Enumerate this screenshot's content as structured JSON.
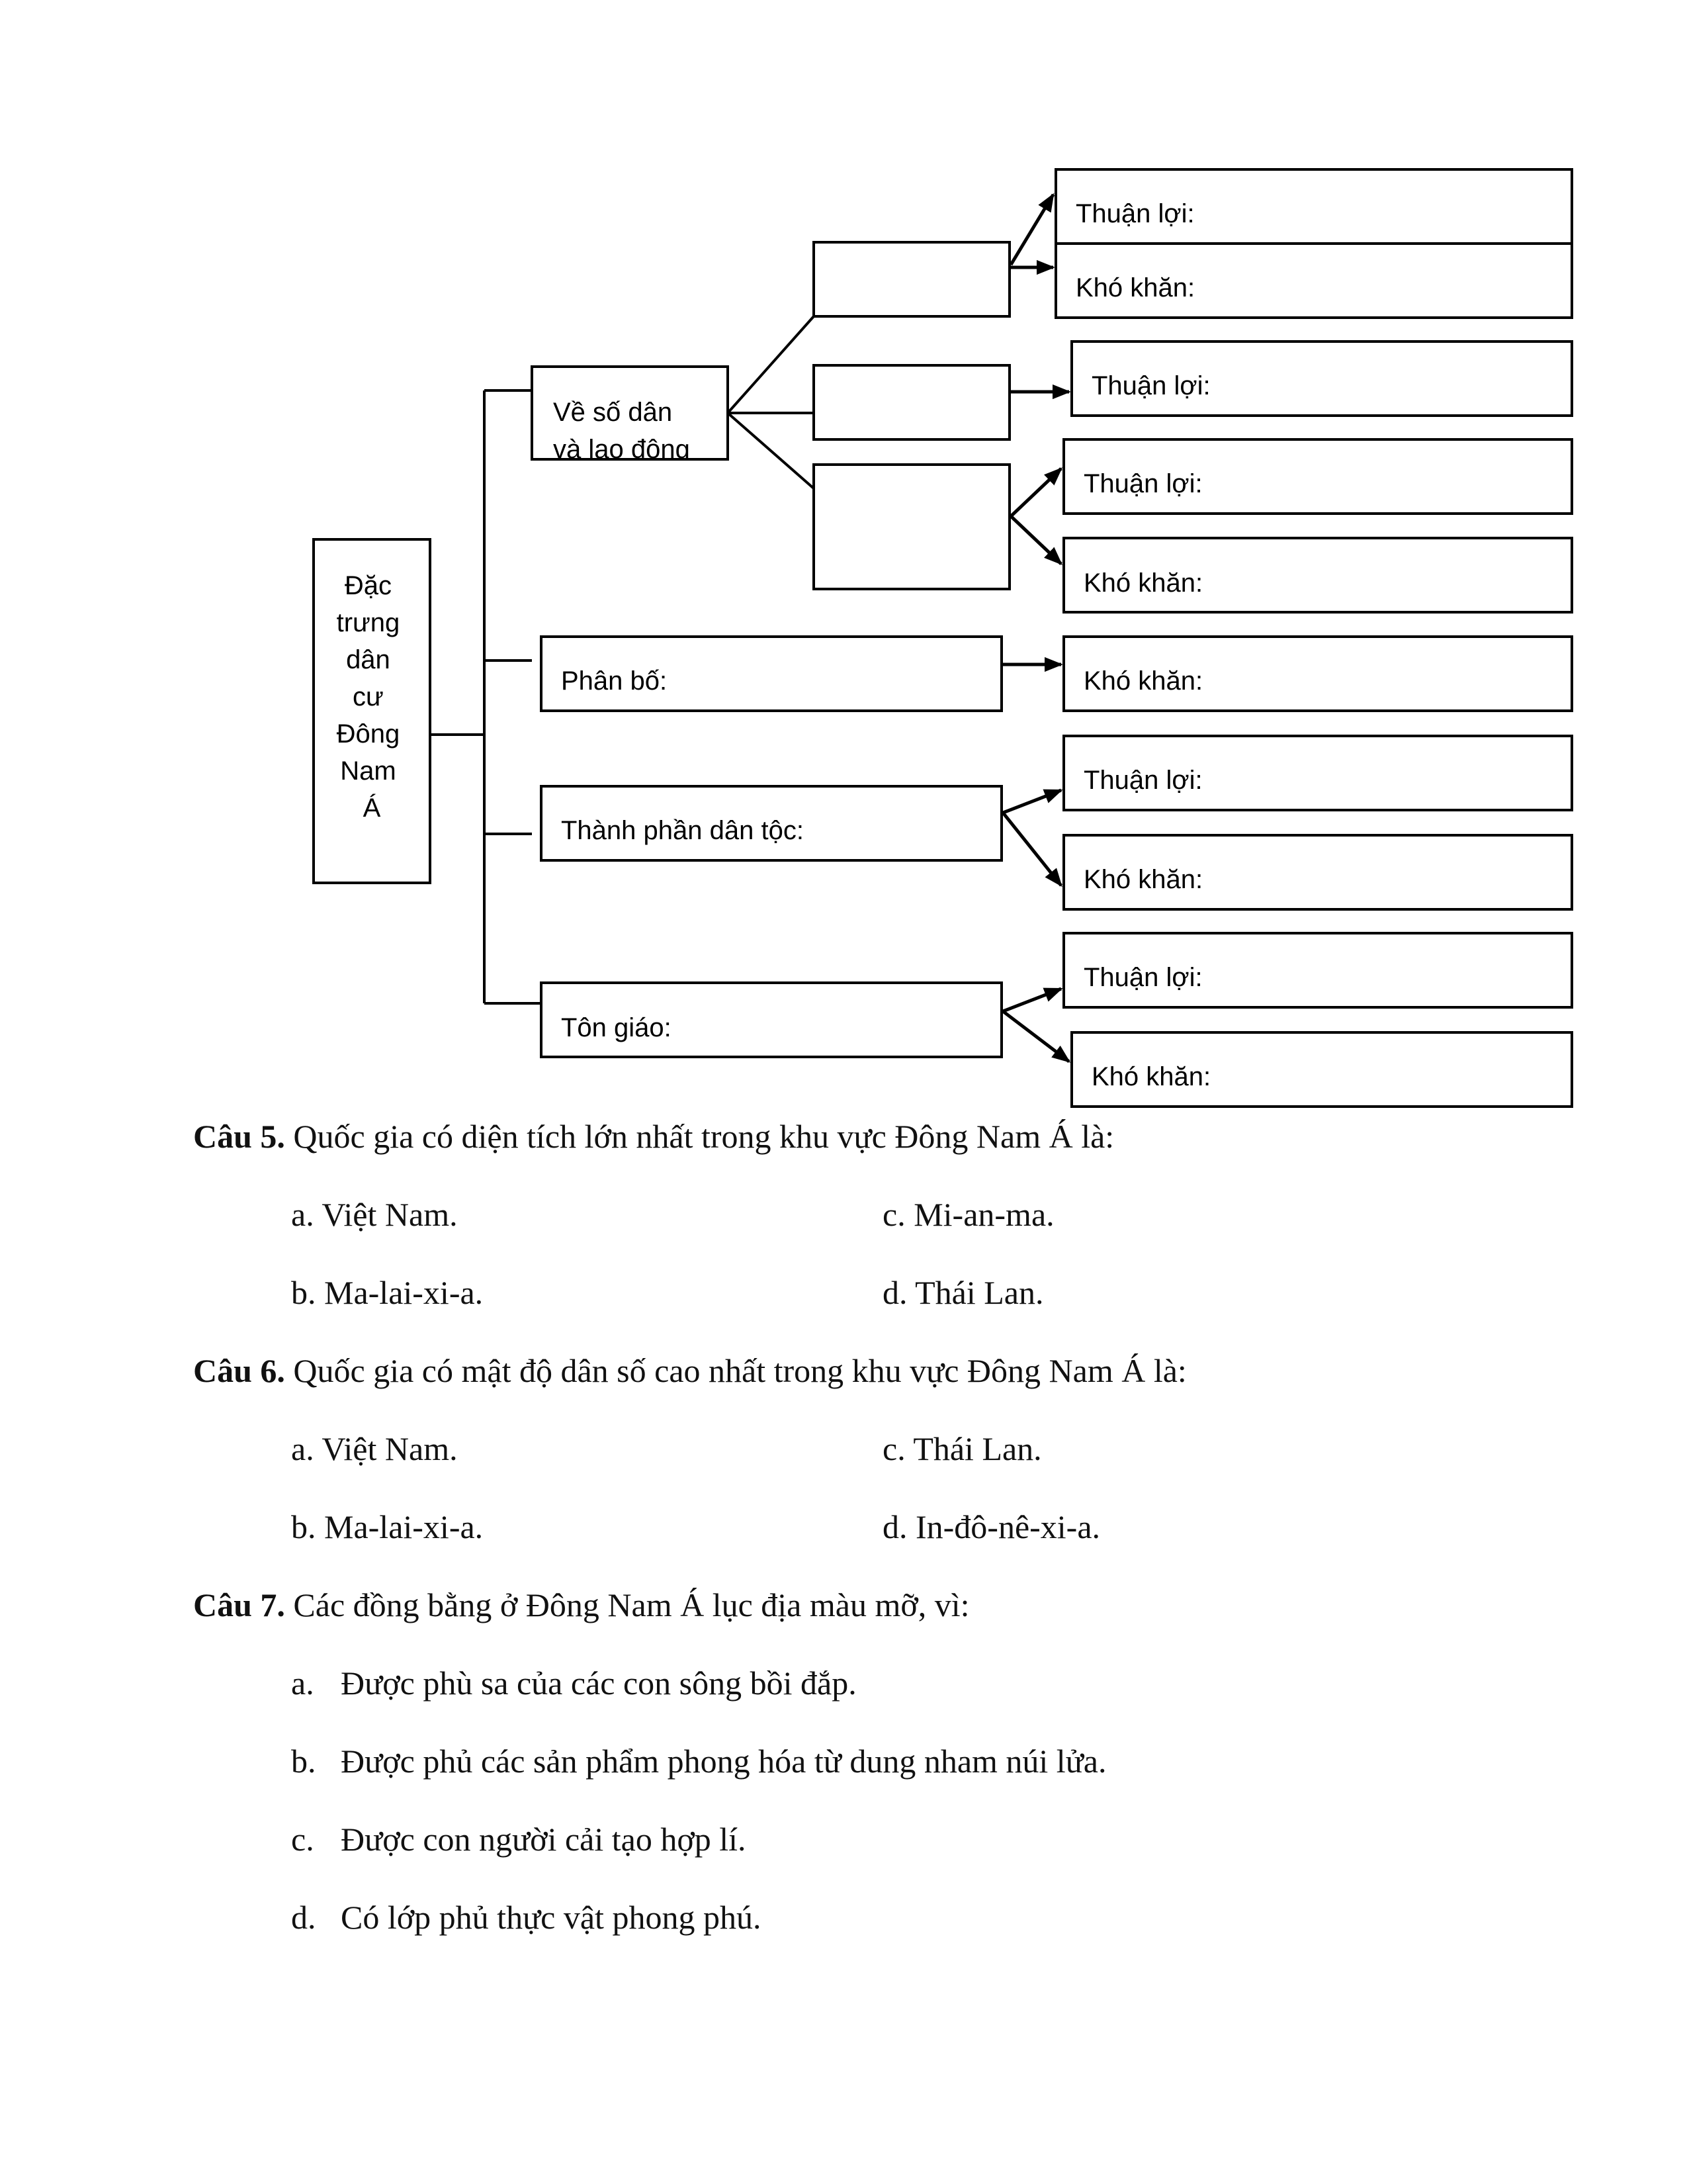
{
  "diagram": {
    "root": "Đặc trưng dân cư Đông Nam Á",
    "root_lines": [
      "Đặc",
      "trưng",
      "dân",
      "cư",
      "Đông",
      "Nam",
      "Á"
    ],
    "branch_population": "Về số dân và lao động",
    "branch_population_lines": [
      "Về số dân",
      "và lao động"
    ],
    "branch_distribution": "Phân bố:",
    "branch_ethnic": "Thành phần dân tộc:",
    "branch_religion": "Tôn giáo:",
    "advantage_label": "Thuận lợi:",
    "difficulty_label": "Khó khăn:"
  },
  "questions": [
    {
      "number": "Câu 5.",
      "text": "Quốc gia có diện tích lớn nhất trong khu vực Đông Nam Á là:",
      "options": [
        {
          "letter": "a.",
          "text": "Việt Nam."
        },
        {
          "letter": "c.",
          "text": "Mi-an-ma."
        },
        {
          "letter": "b.",
          "text": "Ma-lai-xi-a."
        },
        {
          "letter": "d.",
          "text": "Thái Lan."
        }
      ]
    },
    {
      "number": "Câu 6.",
      "text": "Quốc gia có mật độ dân số cao nhất trong khu vực Đông Nam Á là:",
      "options": [
        {
          "letter": "a.",
          "text": "Việt Nam."
        },
        {
          "letter": "c.",
          "text": "Thái Lan."
        },
        {
          "letter": "b.",
          "text": "Ma-lai-xi-a."
        },
        {
          "letter": "d.",
          "text": "In-đô-nê-xi-a."
        }
      ]
    },
    {
      "number": "Câu 7.",
      "text": "Các đồng bằng ở Đông Nam Á lục địa màu mỡ, vì:",
      "options": [
        {
          "letter": "a.",
          "text": "Được phù sa của các con sông bồi đắp."
        },
        {
          "letter": "b.",
          "text": "Được phủ các sản phẩm phong hóa từ dung nham núi lửa."
        },
        {
          "letter": "c.",
          "text": "Được con người cải tạo hợp lí."
        },
        {
          "letter": "d.",
          "text": "Có lớp phủ thực vật phong phú."
        }
      ]
    }
  ]
}
